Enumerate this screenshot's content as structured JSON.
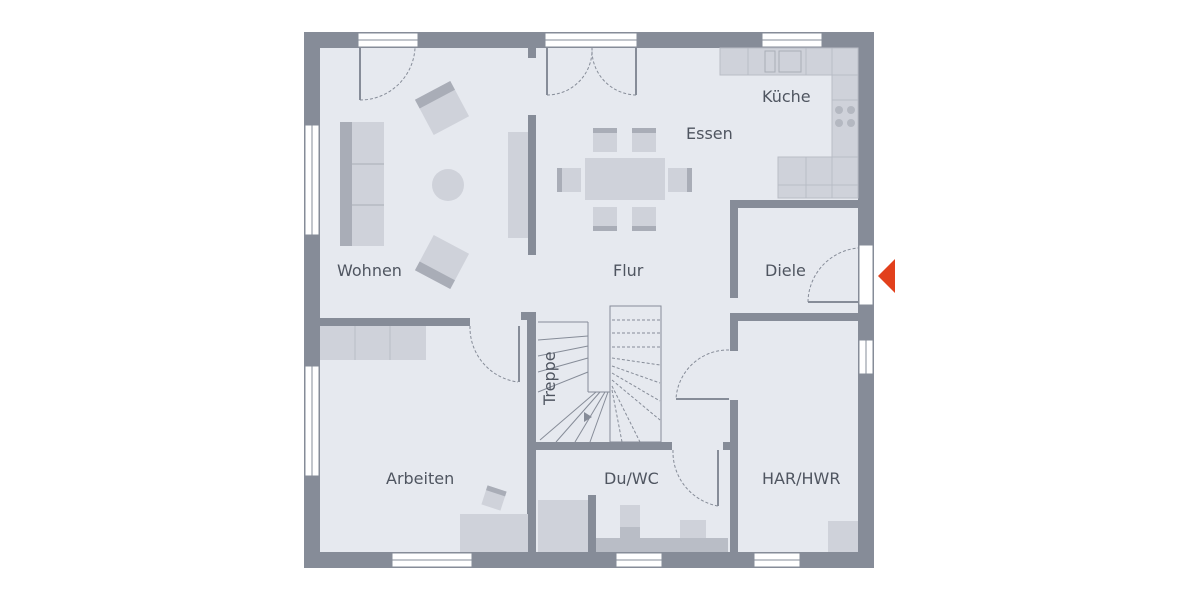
{
  "floorplan": {
    "type": "ground-floor-plan",
    "colors": {
      "wall": "#868c98",
      "floor": "#e6e9ef",
      "furniture": "#cfd2da",
      "furniture_dark": "#a9adb7",
      "text": "#4f5560",
      "entrance_arrow": "#e2401c"
    },
    "rooms": [
      {
        "id": "wohnen",
        "label": "Wohnen"
      },
      {
        "id": "essen",
        "label": "Essen"
      },
      {
        "id": "kueche",
        "label": "Küche"
      },
      {
        "id": "flur",
        "label": "Flur"
      },
      {
        "id": "diele",
        "label": "Diele"
      },
      {
        "id": "treppe",
        "label": "Treppe"
      },
      {
        "id": "arbeiten",
        "label": "Arbeiten"
      },
      {
        "id": "duwc",
        "label": "Du/WC"
      },
      {
        "id": "har_hwr",
        "label": "HAR/HWR"
      }
    ],
    "entrance": {
      "icon": "entrance-arrow-icon"
    }
  }
}
